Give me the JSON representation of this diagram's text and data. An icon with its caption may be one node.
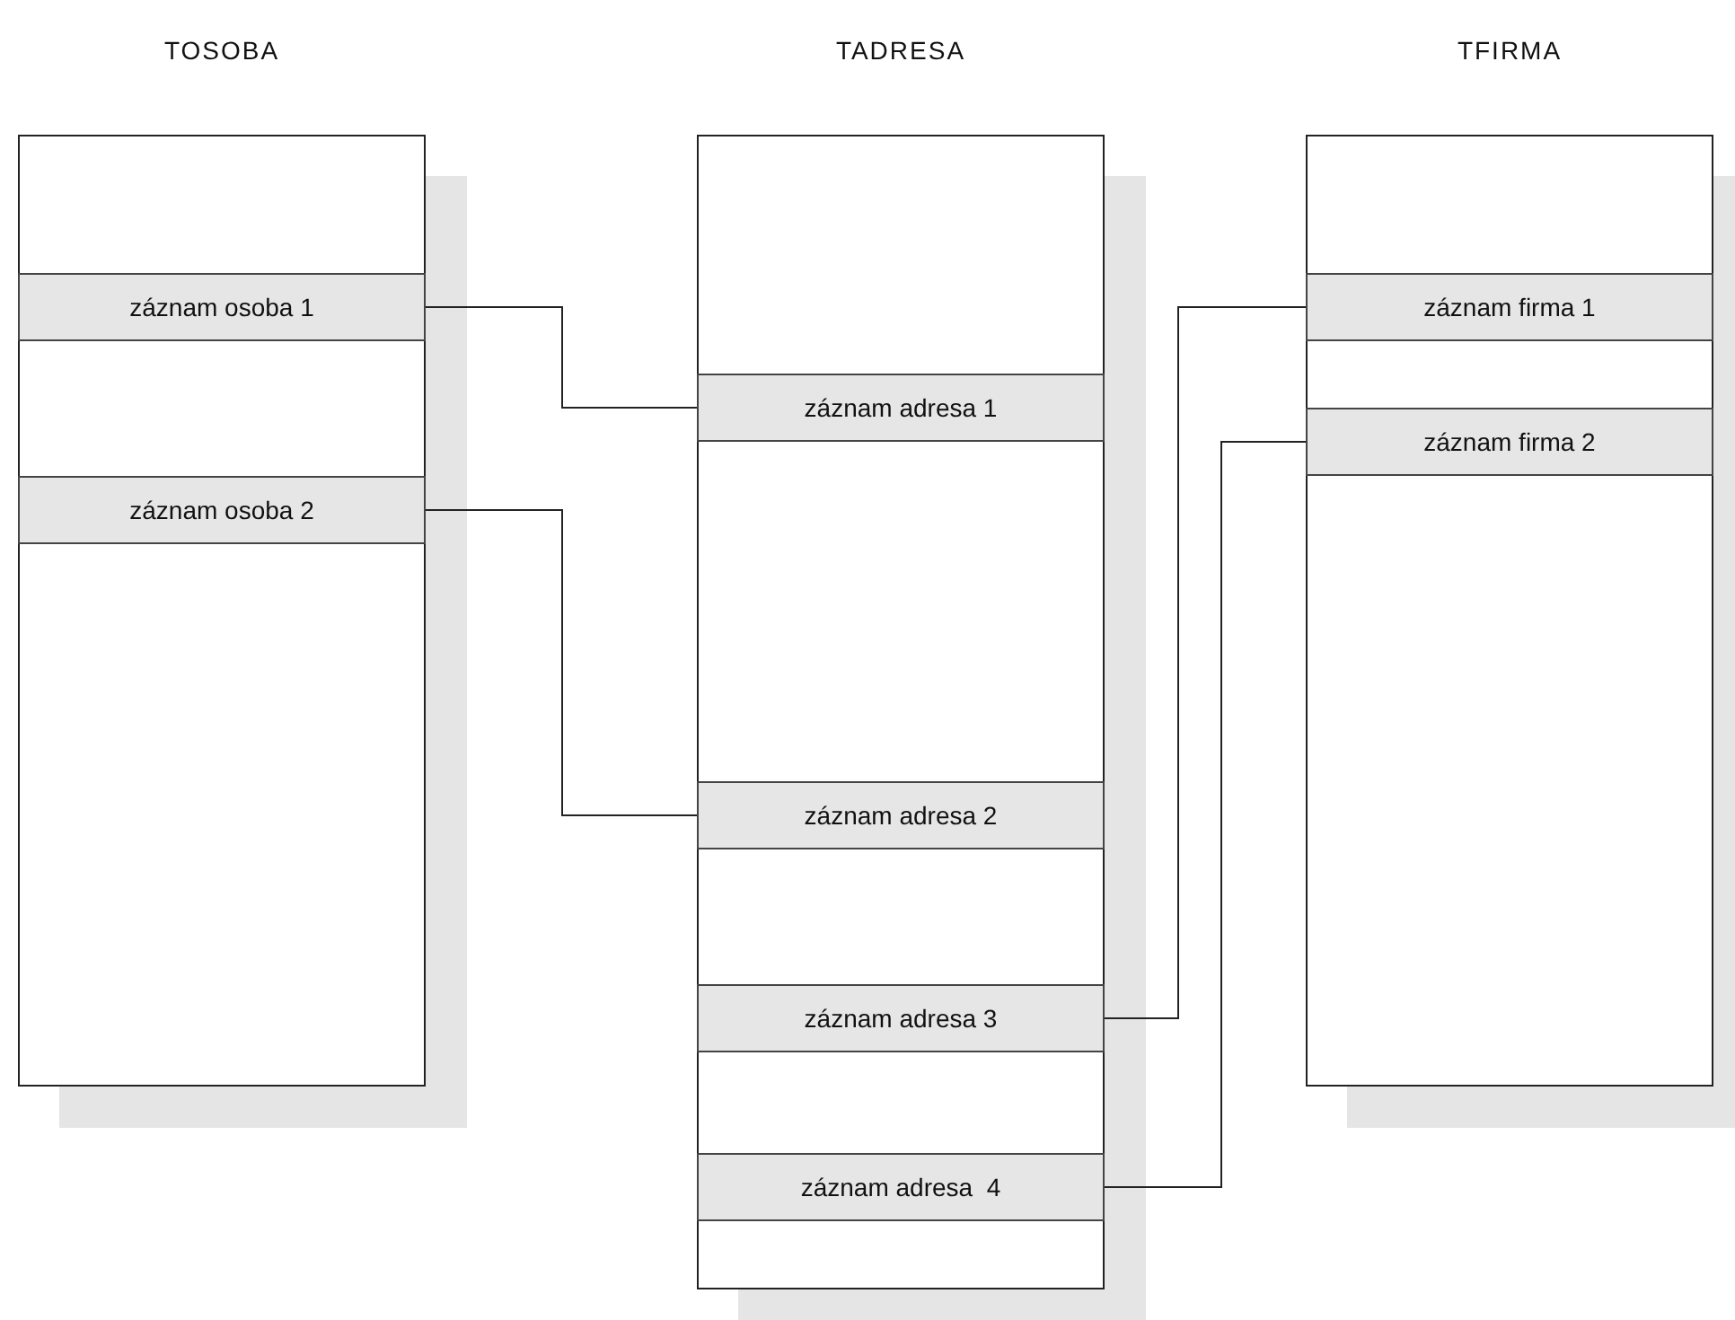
{
  "diagram": {
    "nodes": [
      {
        "text": [
          "TOSOBA"
        ]
      },
      {
        "text": [
          "záznam osoba 1"
        ],
        "in": 0
      },
      {
        "text": [
          "záznam osoba 2"
        ],
        "in": 0
      },
      {
        "text": [
          "TADRESA"
        ]
      },
      {
        "text": [
          "záznam adresa 1"
        ],
        "in": 3
      },
      {
        "text": [
          "záznam adresa 2"
        ],
        "in": 3
      },
      {
        "text": [
          "záznam adresa 3"
        ],
        "in": 3
      },
      {
        "text": [
          "záznam adresa  4"
        ],
        "in": 3
      },
      {
        "text": [
          "TFIRMA"
        ]
      },
      {
        "text": [
          "záznam firma 1"
        ],
        "in": 8
      },
      {
        "text": [
          "záznam firma 2"
        ],
        "in": 8
      }
    ],
    "edges": [
      {
        "from": 1,
        "to": 4,
        "arrow": "none"
      },
      {
        "from": 2,
        "to": 5,
        "arrow": "none"
      },
      {
        "from": 9,
        "to": 6,
        "arrow": "none"
      },
      {
        "from": 10,
        "to": 7,
        "arrow": "none"
      }
    ]
  }
}
